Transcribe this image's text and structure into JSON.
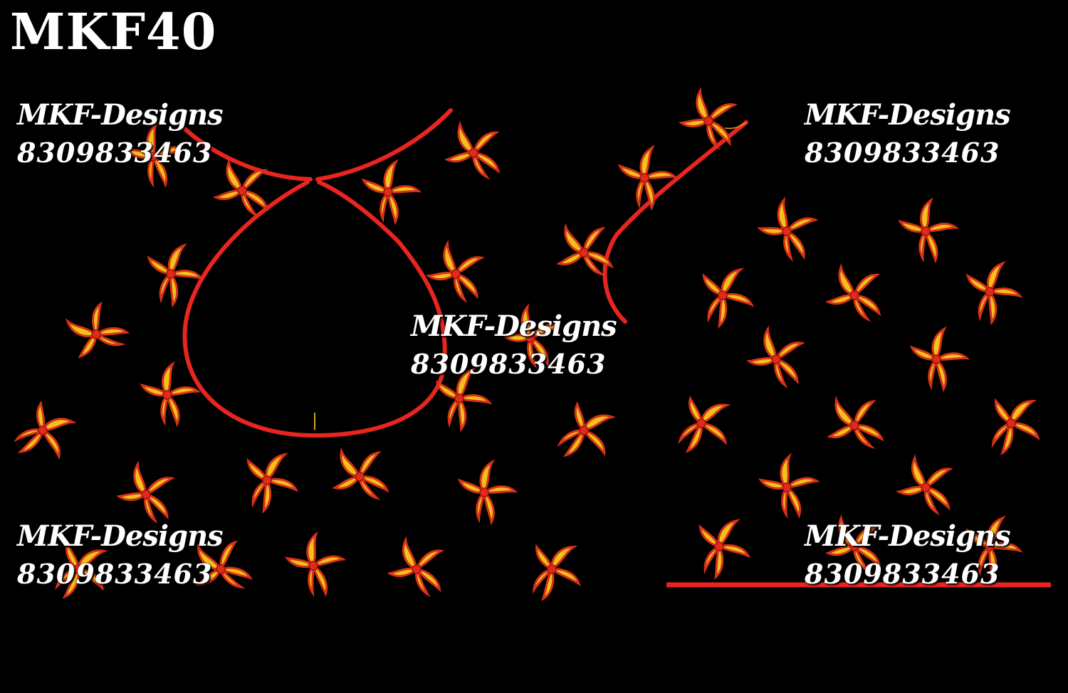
{
  "design_code": "MKF40",
  "watermark": {
    "brand": "MKF-Designs",
    "phone": "8309833463"
  },
  "colors": {
    "background": "#000000",
    "outline": "#e8251f",
    "petal": "#f2c21a",
    "petal_edge": "#d8311a",
    "center": "#e02a1c"
  },
  "icons": [
    "flower-motif-icon"
  ]
}
